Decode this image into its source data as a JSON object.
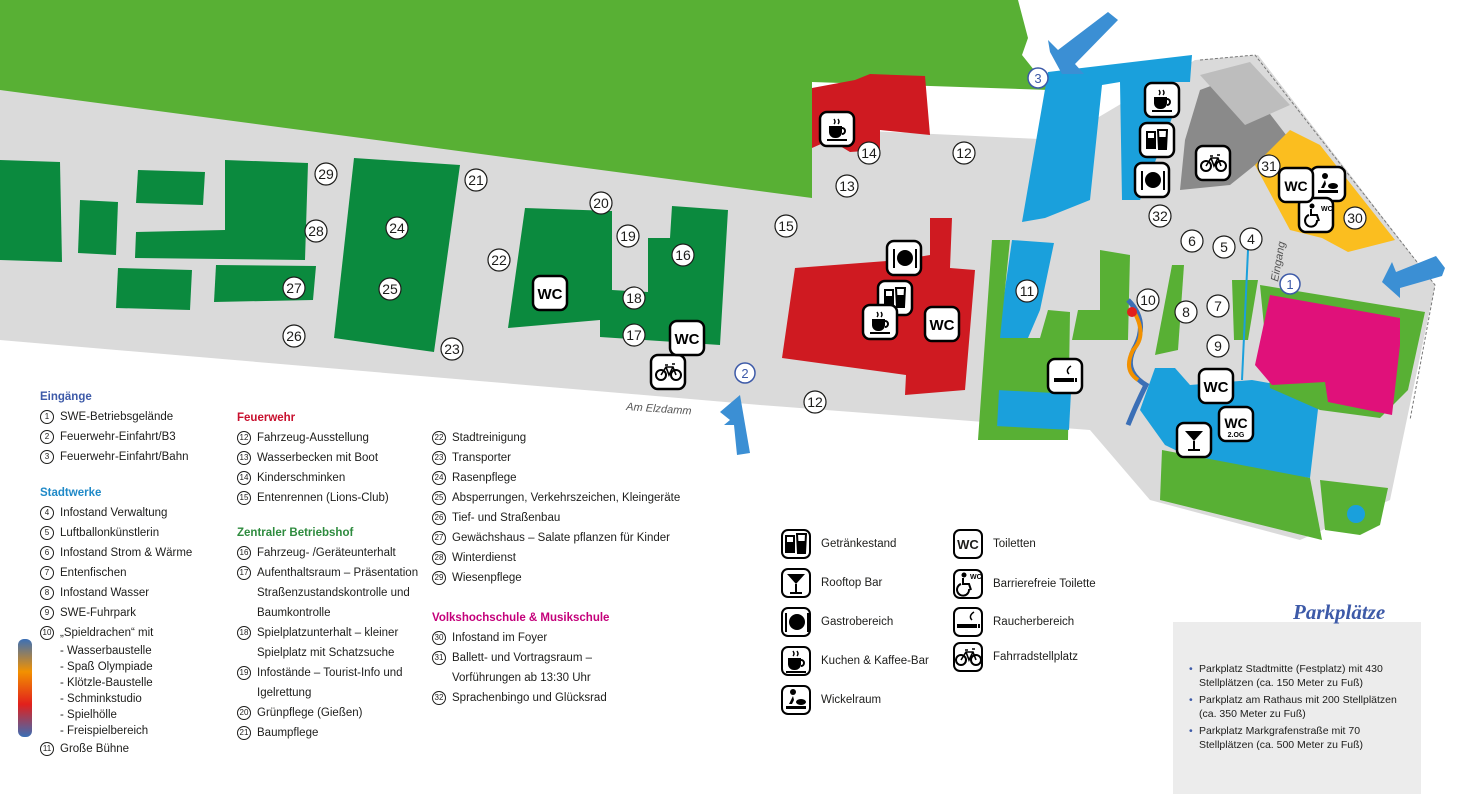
{
  "map": {
    "road_label": "Am Elzdamm",
    "entrance_label": "Eingang",
    "entrance_numbers": [
      "1",
      "2",
      "3"
    ],
    "location_numbers": {
      "n4": "4",
      "n5": "5",
      "n6": "6",
      "n7": "7",
      "n8": "8",
      "n9": "9",
      "n10": "10",
      "n11": "11",
      "n12a": "12",
      "n12b": "12",
      "n13": "13",
      "n14": "14",
      "n15": "15",
      "n16": "16",
      "n17": "17",
      "n18": "18",
      "n19": "19",
      "n20": "20",
      "n21": "21",
      "n22": "22",
      "n23": "23",
      "n24": "24",
      "n25": "25",
      "n26": "26",
      "n27": "27",
      "n28": "28",
      "n29": "29",
      "n30": "30",
      "n31": "31",
      "n32": "32"
    },
    "wc_text": "WC",
    "wc_floor_text": "2.OG",
    "colors": {
      "street": "#dadada",
      "green_area": "#58b034",
      "dark_green": "#0b8a3e",
      "red": "#cf1a21",
      "blue": "#1aa0dc",
      "yellow": "#fbbe1f",
      "pink": "#e0117a",
      "gray": "#8a8a8a",
      "arrow": "#3b8fd4"
    }
  },
  "legend": {
    "eingaenge": {
      "title": "Eingänge",
      "items": [
        {
          "n": "1",
          "label": "SWE-Betriebsgelände"
        },
        {
          "n": "2",
          "label": "Feuerwehr-Einfahrt/B3"
        },
        {
          "n": "3",
          "label": "Feuerwehr-Einfahrt/Bahn"
        }
      ]
    },
    "stadtwerke": {
      "title": "Stadtwerke",
      "items": [
        {
          "n": "4",
          "label": "Infostand Verwaltung"
        },
        {
          "n": "5",
          "label": "Luftballonkünstlerin"
        },
        {
          "n": "6",
          "label": "Infostand Strom & Wärme"
        },
        {
          "n": "7",
          "label": "Entenfischen"
        },
        {
          "n": "8",
          "label": "Infostand Wasser"
        },
        {
          "n": "9",
          "label": "SWE-Fuhrpark"
        },
        {
          "n": "10",
          "label": "„Spieldrachen“ mit"
        }
      ],
      "sub_items": [
        "- Wasserbaustelle",
        "- Spaß Olympiade",
        "- Klötzle-Baustelle",
        "- Schminkstudio",
        "- Spielhölle",
        "- Freispielbereich"
      ],
      "last": {
        "n": "11",
        "label": "Große Bühne"
      }
    },
    "feuerwehr": {
      "title": "Feuerwehr",
      "items": [
        {
          "n": "12",
          "label": "Fahrzeug-Ausstellung"
        },
        {
          "n": "13",
          "label": "Wasserbecken mit Boot"
        },
        {
          "n": "14",
          "label": "Kinderschminken"
        },
        {
          "n": "15",
          "label": "Entenrennen (Lions-Club)"
        }
      ]
    },
    "betriebshof": {
      "title": "Zentraler Betriebshof",
      "items": [
        {
          "n": "16",
          "label": "Fahrzeug- /Geräteunterhalt",
          "cont": []
        },
        {
          "n": "17",
          "label": "Aufenthaltsraum – Präsentation",
          "cont": [
            "Straßenzustandskontrolle und",
            "Baumkontrolle"
          ]
        },
        {
          "n": "18",
          "label": "Spielplatzunterhalt – kleiner",
          "cont": [
            "Spielplatz mit Schatzsuche"
          ]
        },
        {
          "n": "19",
          "label": "Infostände – Tourist-Info und",
          "cont": [
            "Igelrettung"
          ]
        },
        {
          "n": "20",
          "label": "Grünpflege (Gießen)",
          "cont": []
        },
        {
          "n": "21",
          "label": "Baumpflege",
          "cont": []
        }
      ]
    },
    "column3": {
      "items": [
        {
          "n": "22",
          "label": "Stadtreinigung"
        },
        {
          "n": "23",
          "label": "Transporter"
        },
        {
          "n": "24",
          "label": "Rasenpflege"
        },
        {
          "n": "25",
          "label": "Absperrungen, Verkehrszeichen, Kleingeräte"
        },
        {
          "n": "26",
          "label": "Tief- und Straßenbau"
        },
        {
          "n": "27",
          "label": "Gewächshaus – Salate pflanzen für Kinder"
        },
        {
          "n": "28",
          "label": "Winterdienst"
        },
        {
          "n": "29",
          "label": "Wiesenpflege"
        }
      ]
    },
    "vhs": {
      "title": "Volkshochschule & Musikschule",
      "items": [
        {
          "n": "30",
          "label": "Infostand im Foyer",
          "cont": []
        },
        {
          "n": "31",
          "label": "Ballett- und Vortragsraum –",
          "cont": [
            "Vorführungen ab 13:30 Uhr"
          ]
        },
        {
          "n": "32",
          "label": "Sprachenbingo und Glücksrad",
          "cont": []
        }
      ]
    }
  },
  "symbols": {
    "getraenkestand": "Getränkestand",
    "rooftop_bar": "Rooftop Bar",
    "gastrobereich": "Gastrobereich",
    "kuchen_kaffee": "Kuchen & Kaffee-Bar",
    "wickelraum": "Wickelraum",
    "toiletten": "Toiletten",
    "barrierefrei": "Barrierefreie Toilette",
    "raucherbereich": "Raucherbereich",
    "fahrrad": "Fahrradstellplatz"
  },
  "parking": {
    "title": "Parkplätze",
    "items": [
      "Parkplatz Stadtmitte (Festplatz) mit 430 Stellplätzen (ca. 150 Meter zu Fuß)",
      "Parkplatz am Rathaus mit 200 Stellplätzen (ca. 350 Meter zu Fuß)",
      "Parkplatz Markgrafenstraße mit 70 Stellplätzen (ca. 500 Meter zu Fuß)"
    ]
  }
}
